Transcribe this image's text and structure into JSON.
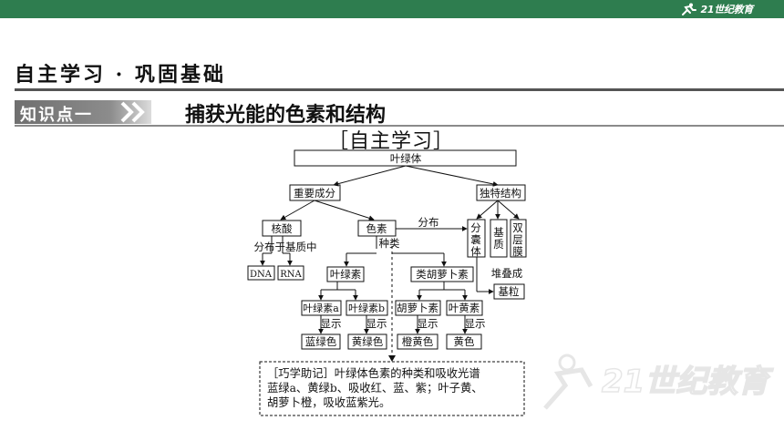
{
  "header": {
    "logo_text": "21世纪教育",
    "section_title": "自主学习 · 巩固基础",
    "knowledge_point_label": "知识点一",
    "knowledge_point_title": "捕获光能的色素和结构",
    "self_study_label": "［自主学习］"
  },
  "colors": {
    "topbar": "#2e7d4f",
    "tag_fill": "#7a7a7a",
    "ink": "#111111"
  },
  "icons": [
    "runner-logo-icon",
    "double-chevron-icon",
    "watermark-logo-icon"
  ],
  "diagram": {
    "root": "叶绿体",
    "important_components": "重要成分",
    "unique_structure": "独特结构",
    "nucleic_acid": "核酸",
    "distributed_in_matrix": "分布于基质中",
    "dna": "DNA",
    "rna": "RNA",
    "pigment": "色素",
    "distribution": "分布",
    "kinds": "种类",
    "thylakoid": "分囊体",
    "matrix": "基质",
    "double_membrane": "双层膜",
    "stacking": "堆叠成",
    "granum": "基粒",
    "chlorophyll": "叶绿素",
    "carotenoid": "类胡萝卜素",
    "chlorophyll_a": "叶绿素a",
    "chlorophyll_b": "叶绿素b",
    "carotene": "胡萝卜素",
    "xanthophyll": "叶黄素",
    "display": "显示",
    "colors": [
      "蓝绿色",
      "黄绿色",
      "橙黄色",
      "黄色"
    ]
  },
  "note": {
    "line1": "［巧学助记］叶绿体色素的种类和吸收光谱",
    "line2": "蓝绿a、黄绿b、吸收红、蓝、紫；叶子黄、",
    "line3": "胡萝卜橙，吸收蓝紫光。"
  },
  "watermark": {
    "text": "21世纪教育"
  }
}
